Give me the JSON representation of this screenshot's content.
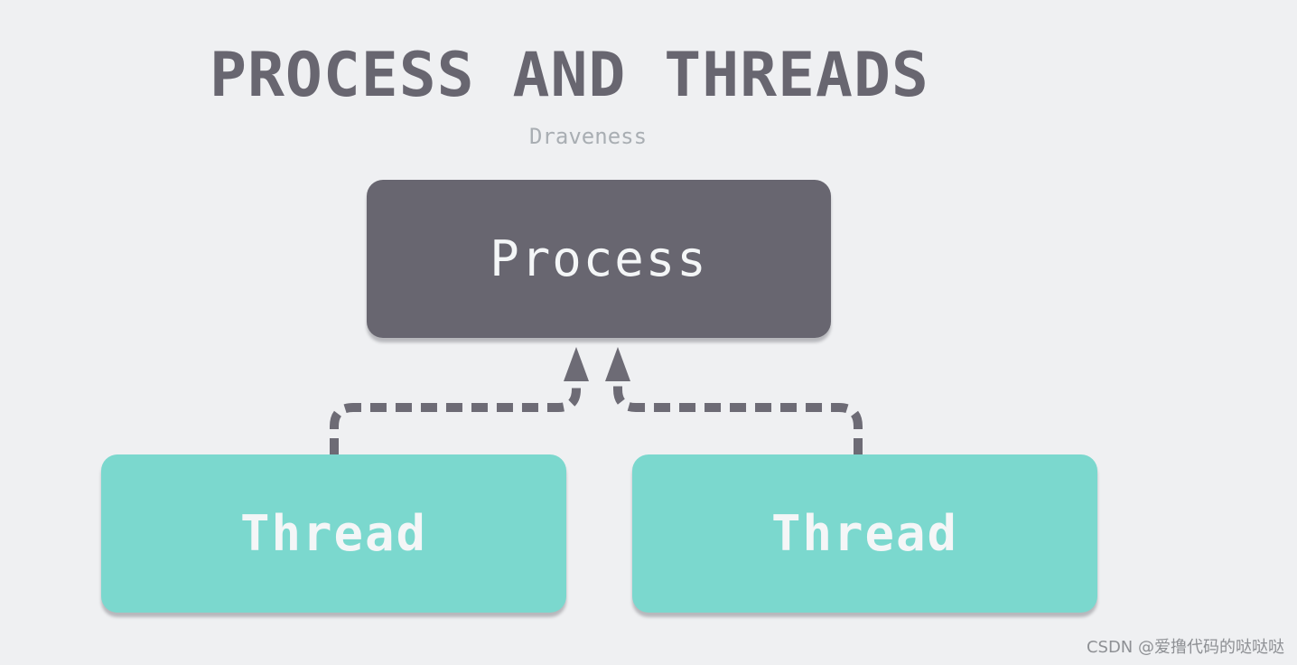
{
  "diagram": {
    "title": "PROCESS AND THREADS",
    "subtitle": "Draveness",
    "process_label": "Process",
    "threads": [
      {
        "label": "Thread"
      },
      {
        "label": "Thread"
      }
    ]
  },
  "watermark": "CSDN @爱撸代码的哒哒哒",
  "colors": {
    "background": "#eff0f2",
    "process_fill": "#686670",
    "thread_fill": "#7bd8ce",
    "connector": "#6d6b75",
    "title_text": "#686670",
    "subtitle_text": "#a9aeb3"
  }
}
